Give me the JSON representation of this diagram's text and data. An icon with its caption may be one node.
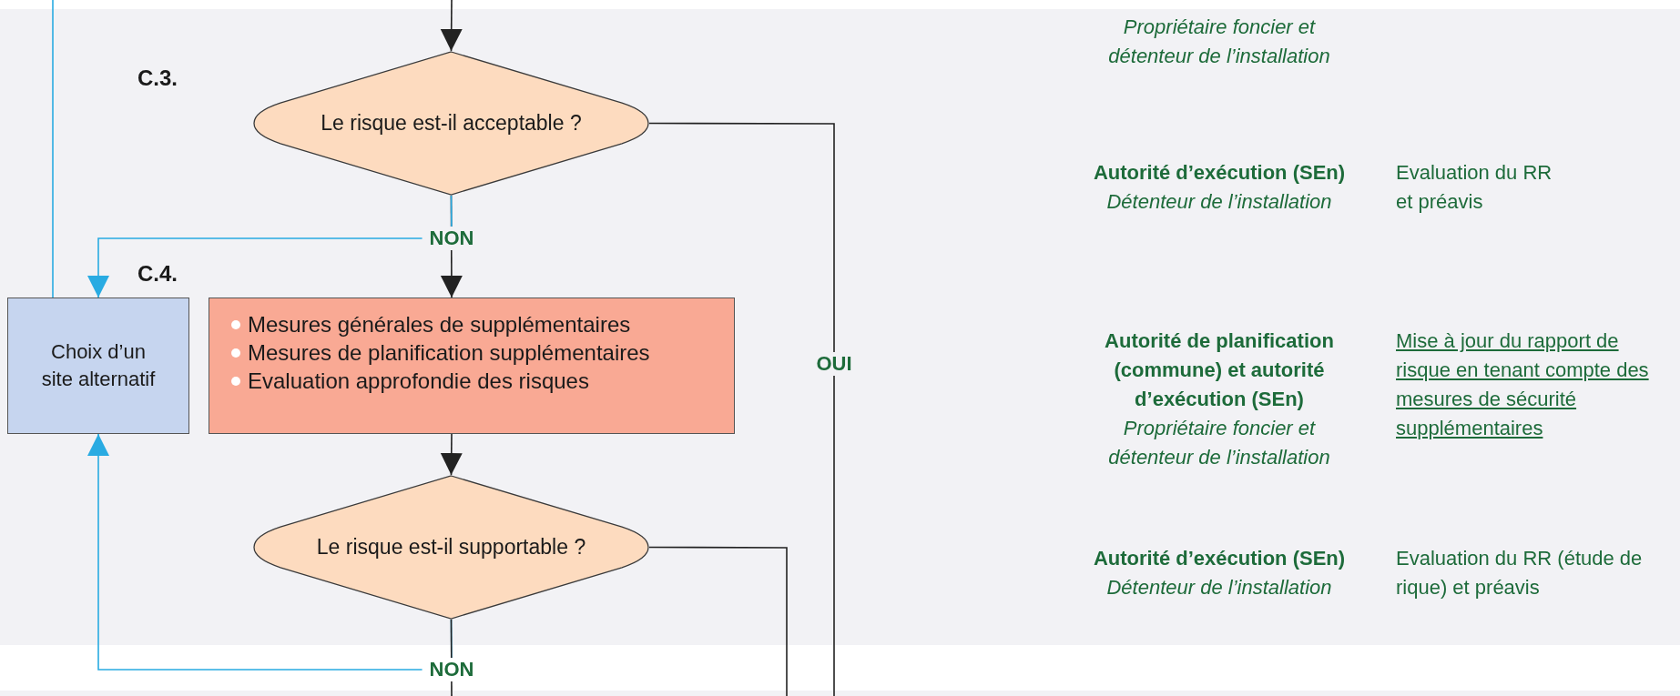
{
  "diagram": {
    "nodes": [
      {
        "text": [
          "Le risque est-il acceptable ?"
        ]
      },
      {
        "text": [
          "Choix d’un site alternatif"
        ]
      },
      {
        "text": [
          "Mesures générales de supplémentaires",
          "Mesures de planification supplémentaires",
          "Evaluation approfondie des risques"
        ]
      },
      {
        "text": [
          "Le risque est-il supportable ?"
        ]
      }
    ],
    "edges": [
      {
        "from": null,
        "to": 0,
        "arrow": "to"
      },
      {
        "from": 0,
        "to": null,
        "arrow": "none",
        "label": "OUI"
      },
      {
        "from": 0,
        "to": 2,
        "arrow": "to",
        "label": "NON"
      },
      {
        "from": 0,
        "to": 1,
        "arrow": "to",
        "color": "#29abe2"
      },
      {
        "from": 1,
        "to": null,
        "arrow": "none",
        "color": "#29abe2"
      },
      {
        "from": 2,
        "to": 3,
        "arrow": "to"
      },
      {
        "from": 3,
        "to": null,
        "arrow": "none"
      },
      {
        "from": 3,
        "to": 1,
        "arrow": "to",
        "color": "#29abe2"
      },
      {
        "from": 3,
        "to": null,
        "arrow": "none",
        "label": "NON"
      }
    ],
    "labels": [
      "C.3.",
      "C.4.",
      "Propriétaire foncier et détenteur de l’installation",
      "Autorité d’exécution (SEn)",
      "Détenteur de l’installation",
      "Evaluation du RR et préavis",
      "Autorité de planification (commune) et autorité d’exécution (SEn)",
      "Propriétaire foncier et détenteur de l’installation",
      "Mise à jour du rapport de risque en tenant compte des mesures de sécurité supplémentaires",
      "Autorité d’exécution (SEn)",
      "Détenteur de l’installation",
      "Evaluation du RR (étude de rique) et préavis"
    ]
  }
}
